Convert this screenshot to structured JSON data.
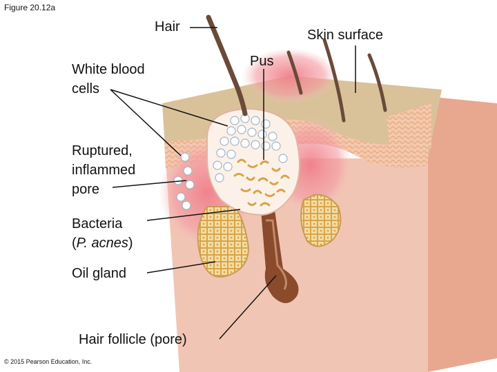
{
  "figure_number": "Figure 20.12a",
  "copyright": "© 2015 Pearson Education, Inc.",
  "labels": {
    "hair": "Hair",
    "skin_surface": "Skin surface",
    "pus": "Pus",
    "white_blood_cells_line1": "White blood",
    "white_blood_cells_line2": "cells",
    "ruptured_line1": "Ruptured,",
    "ruptured_line2": "inflammed",
    "ruptured_line3": "pore",
    "bacteria_line1": "Bacteria",
    "bacteria_open": "(",
    "bacteria_species": "P. acnes",
    "bacteria_close": ")",
    "oil_gland": "Oil gland",
    "hair_follicle": "Hair follicle (pore)"
  },
  "colors": {
    "skin_top": "#d9c29a",
    "skin_face": "#f1c5b4",
    "inflammation": "#f07f8a",
    "pus": "#fbf1e8",
    "bacteria": "#d8a449",
    "oil_gland": "#f3dca2",
    "follicle": "#8a4a2c",
    "hair": "#6a4a38"
  }
}
